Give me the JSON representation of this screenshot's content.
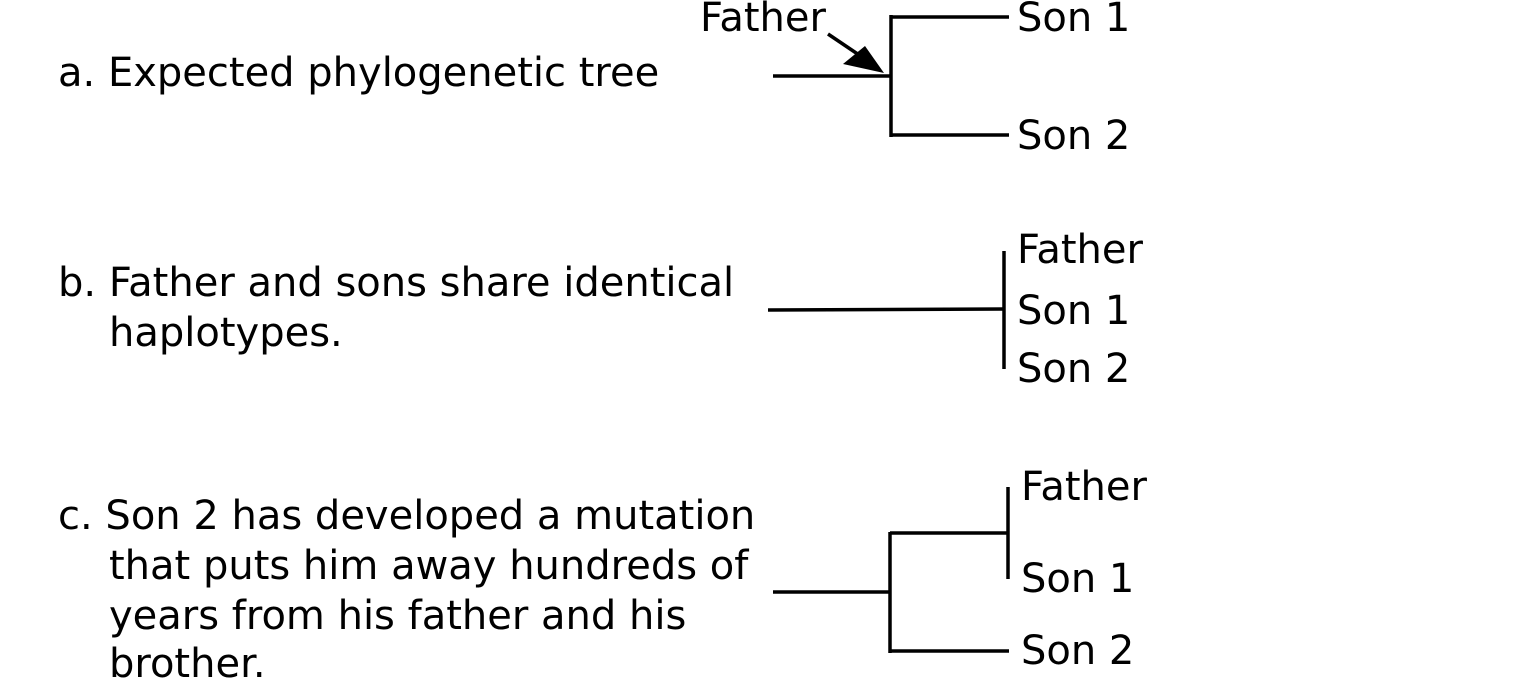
{
  "panel_a": {
    "caption": "a. Expected phylogenetic tree",
    "pointer_label": "Father",
    "leaves": [
      "Son 1",
      "Son 2"
    ]
  },
  "panel_b": {
    "caption_line1": "b. Father and sons share identical",
    "caption_line2": "haplotypes.",
    "leaves": [
      "Father",
      "Son 1",
      "Son 2"
    ]
  },
  "panel_c": {
    "caption_line1": "c. Son 2 has developed a mutation",
    "caption_line2": "that puts him away hundreds of",
    "caption_line3": "years from his father and his",
    "caption_line4": "brother.",
    "leaves": [
      "Father",
      "Son 1",
      "Son 2"
    ]
  },
  "colors": {
    "ink": "#000000",
    "background": "#ffffff"
  }
}
